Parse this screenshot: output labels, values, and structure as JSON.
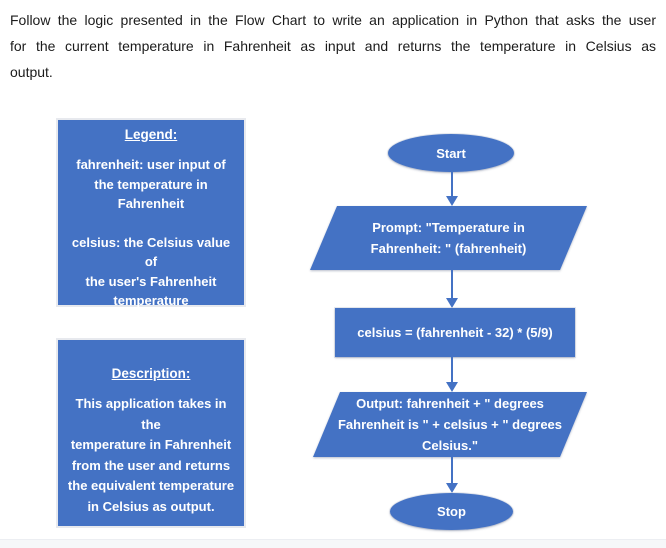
{
  "instructions": {
    "lines": [
      "Follow the logic presented in the Flow Chart to write an application in Python that asks the user",
      "for the current temperature in Fahrenheit as input and returns the temperature in Celsius as",
      "output."
    ]
  },
  "legend": {
    "title": "Legend:",
    "items": [
      "fahrenheit: user input of\nthe temperature in\nFahrenheit",
      "celsius: the Celsius value of\nthe user's Fahrenheit\ntemperature"
    ]
  },
  "description": {
    "title": "Description:",
    "body": "This application takes in the\ntemperature in Fahrenheit\nfrom the user and returns\nthe equivalent temperature\nin Celsius as output."
  },
  "flowchart": {
    "nodes": [
      {
        "type": "terminator",
        "label": "Start"
      },
      {
        "type": "io",
        "label": "Prompt: \"Temperature in\nFahrenheit: \" (fahrenheit)"
      },
      {
        "type": "process",
        "label": "celsius = (fahrenheit - 32) * (5/9)"
      },
      {
        "type": "io",
        "label": "Output: fahrenheit + \" degrees\nFahrenheit is \" + celsius + \" degrees\nCelsius.\""
      },
      {
        "type": "terminator",
        "label": "Stop"
      }
    ]
  },
  "colors": {
    "shape_fill": "#4472C4",
    "shape_text": "#FFFFFF",
    "arrow": "#4472C4",
    "body_text": "#1B1B1B",
    "bottom_strip": "#F6F7F9"
  }
}
